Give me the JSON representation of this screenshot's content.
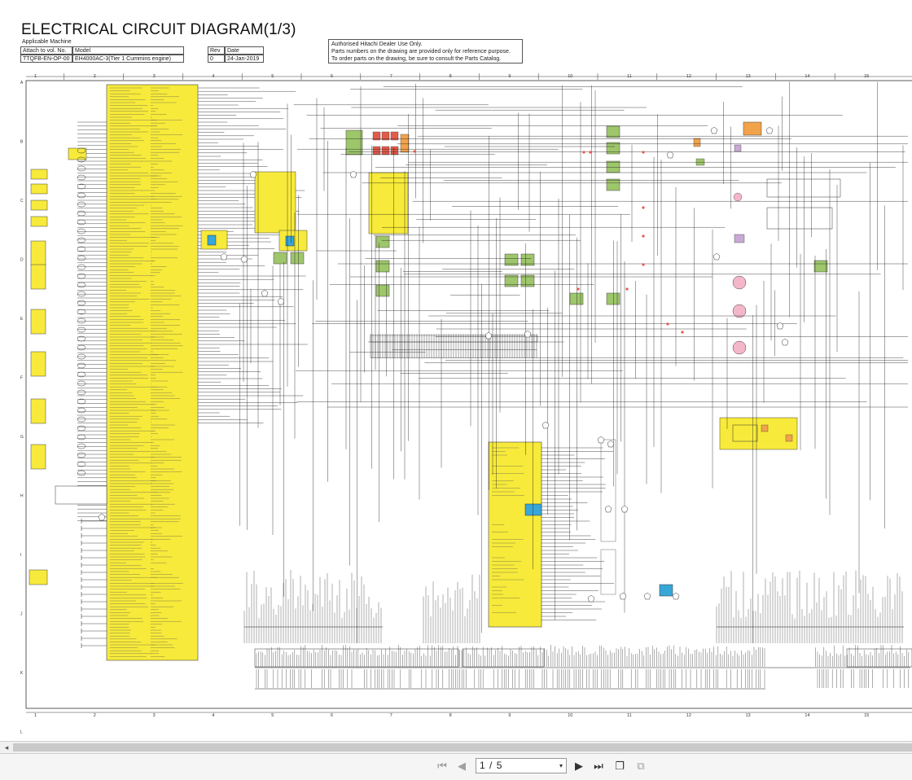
{
  "document": {
    "title": "ELECTRICAL CIRCUIT DIAGRAM(1/3)",
    "applicable_machine_label": "Applicable Machine",
    "attach_label": "Attach to vol. No.",
    "attach_value": "TTQFB-EN-OP-00",
    "model_label": "Model",
    "model_value": "EH4000AC-3(Tier 1 Cummins engine)",
    "rev_label": "Rev",
    "rev_value": "0",
    "date_label": "Date",
    "date_value": "24-Jan-2019",
    "notice_lines": [
      "Authorised Hitachi Dealer Use Only.",
      "Parts numbers on the drawing are provided only for reference purpose.",
      "To order parts on the drawing, be sure to consult the Parts Catalog."
    ],
    "grid_columns": [
      "1",
      "2",
      "3",
      "4",
      "5",
      "6",
      "7",
      "8",
      "9",
      "10",
      "11",
      "12",
      "13",
      "14",
      "15"
    ],
    "grid_rows": [
      "A",
      "B",
      "C",
      "D",
      "E",
      "F",
      "G",
      "H",
      "I",
      "J",
      "K",
      "L"
    ]
  },
  "toolbar": {
    "page_current": "1",
    "page_total": "5",
    "page_separator": "/",
    "page_caret": "▾",
    "first_icon": "first-page-icon",
    "prev_icon": "previous-page-icon",
    "next_icon": "next-page-icon",
    "last_icon": "last-page-icon",
    "first_glyph": "⏮",
    "prev_glyph": "◀",
    "next_glyph": "▶",
    "last_glyph": "⏭",
    "copy_glyph": "❐",
    "fit_glyph": "⧉"
  },
  "scroll": {
    "left_arrow": "◂"
  },
  "colors": {
    "ecu_yellow": "#f7ea3a",
    "connector_green": "#9ec66b",
    "relay_red": "#e45a4a",
    "fuse_orange": "#f2a34a",
    "motor_pink": "#f3b7c9",
    "sensor_purple": "#c9a9d6",
    "module_blue": "#37a6d8",
    "wire": "#1a1a1a"
  }
}
